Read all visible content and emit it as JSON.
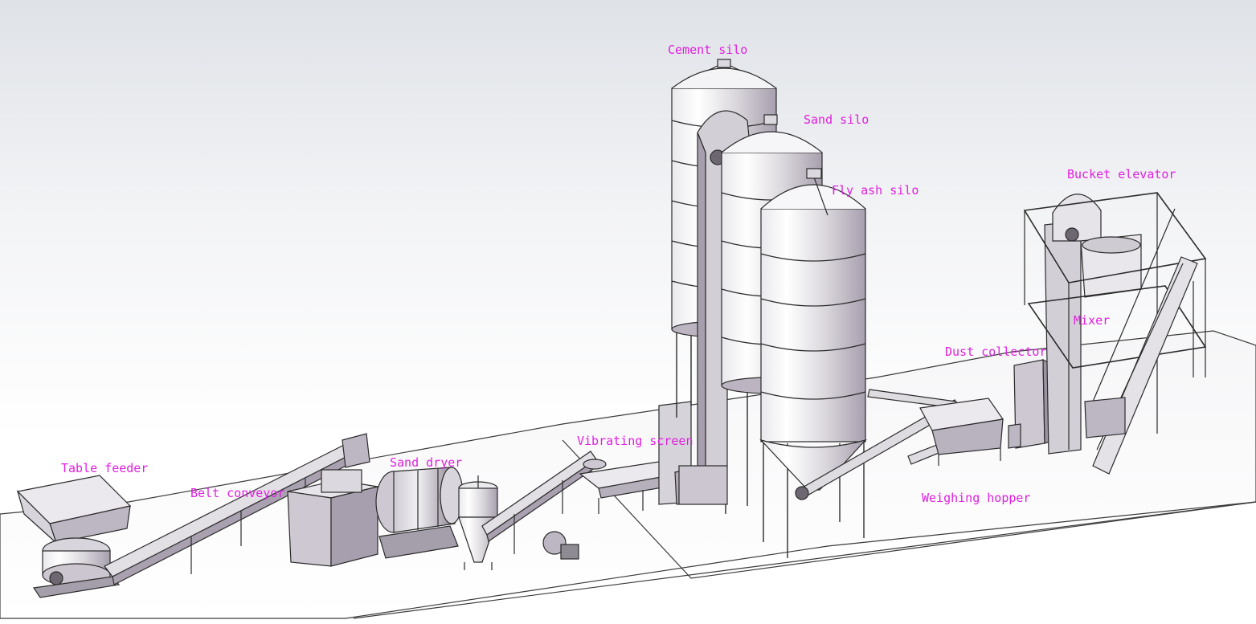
{
  "labels": {
    "cement_silo": "Cement silo",
    "sand_silo": "Sand silo",
    "fly_ash_silo": "Fly ash silo",
    "bucket_elevator": "Bucket elevator",
    "mixer": "Mixer",
    "dust_collector": "Dust collector",
    "vibrating_screen": "Vibrating screen",
    "sand_dryer": "Sand dryer",
    "table_feeder": "Table feeder",
    "belt_conveyor": "Belt conveyor",
    "weighing_hopper": "Weighing hopper"
  },
  "colors": {
    "label": "#e01fe0",
    "outline": "#2b2b2b",
    "metal_light": "#f4f4f6",
    "metal_mid": "#c9c6cc",
    "metal_dark": "#8f8b93",
    "shadow_purple": "#b4aeba"
  }
}
